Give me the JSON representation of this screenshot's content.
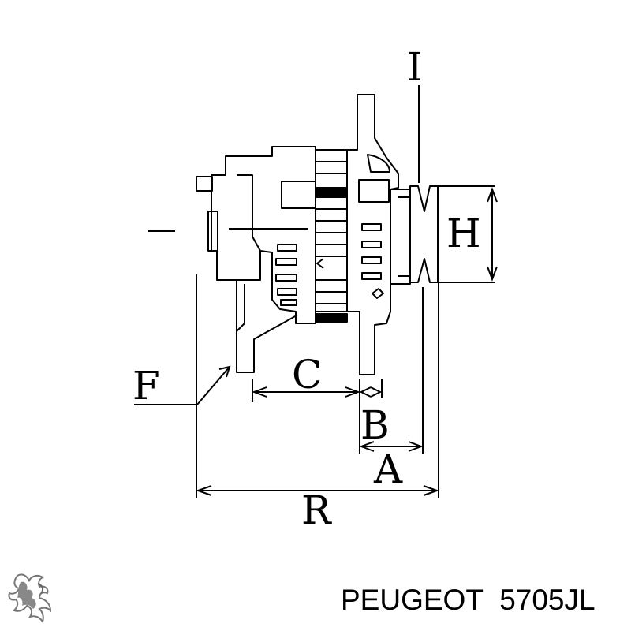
{
  "diagram": {
    "dimension_labels": {
      "I": "I",
      "H": "H",
      "F": "F",
      "C": "C",
      "B": "B",
      "A": "A",
      "R": "R"
    }
  },
  "caption": {
    "brand": "PEUGEOT",
    "part_number": "5705JL"
  },
  "icons": {
    "logo": "peugeot-lion-logo"
  }
}
